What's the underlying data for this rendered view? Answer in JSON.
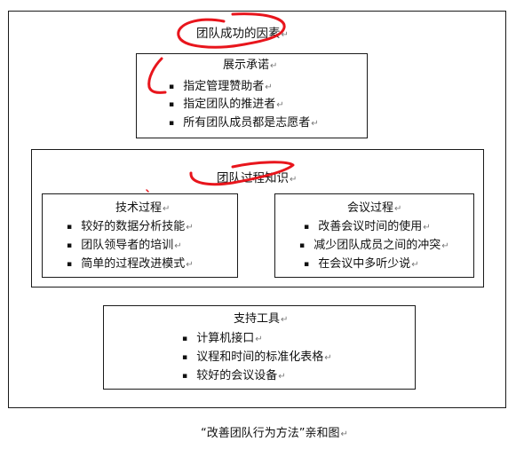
{
  "diagram": {
    "title": "团队成功的因素",
    "commitment": {
      "title": "展示承诺",
      "items": [
        "指定管理赞助者",
        "指定团队的推进者",
        "所有团队成员都是志愿者"
      ]
    },
    "knowledge": {
      "title": "团队过程知识",
      "technical": {
        "title": "技术过程",
        "items": [
          "较好的数据分析技能",
          "团队领导者的培训",
          "简单的过程改进模式"
        ]
      },
      "meeting": {
        "title": "会议过程",
        "items": [
          "改善会议时间的使用",
          "减少团队成员之间的冲突",
          "在会议中多听少说"
        ]
      }
    },
    "tools": {
      "title": "支持工具",
      "items": [
        "计算机接口",
        "议程和时间的标准化表格",
        "较好的会议设备"
      ]
    },
    "caption": "“改善团队行为方法”亲和图",
    "paragraph_mark": "↵",
    "annotation_color": "#e8151c"
  }
}
